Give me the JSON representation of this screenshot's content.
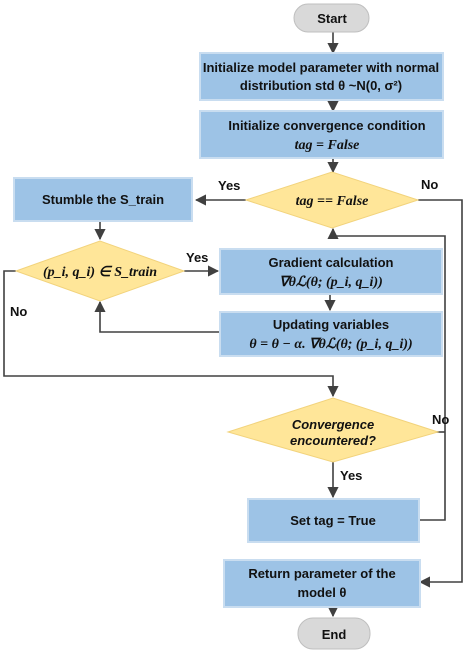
{
  "colors": {
    "process_fill": "#9dc3e6",
    "process_stroke": "#c9ddf0",
    "decision_fill": "#ffe699",
    "terminal_fill": "#d9d9d9",
    "line": "#404040"
  },
  "nodes": {
    "start": "Start",
    "init_param_line1": "Initialize model parameter with normal",
    "init_param_line2": "distribution std θ ~N(0, σ²)",
    "init_conv_line1": "Initialize convergence condition",
    "init_conv_line2": "tag = False",
    "tag_check": "tag == False",
    "stumble": "Stumble the S_train",
    "membership": "(p_i, q_i) ∈ S_train",
    "gradient_line1": "Gradient calculation",
    "gradient_line2": "∇θℒ(θ; (p_i, q_i))",
    "update_line1": "Updating variables",
    "update_line2": "θ = θ − α. ∇θℒ(θ; (p_i, q_i))",
    "convergence_line1": "Convergence",
    "convergence_line2": "encountered?",
    "set_tag": "Set tag = True",
    "return_line1": "Return parameter of the",
    "return_line2": "model θ",
    "end": "End"
  },
  "edges": {
    "tag_yes": "Yes",
    "tag_no": "No",
    "member_yes": "Yes",
    "member_no": "No",
    "conv_yes": "Yes",
    "conv_no": "No"
  }
}
